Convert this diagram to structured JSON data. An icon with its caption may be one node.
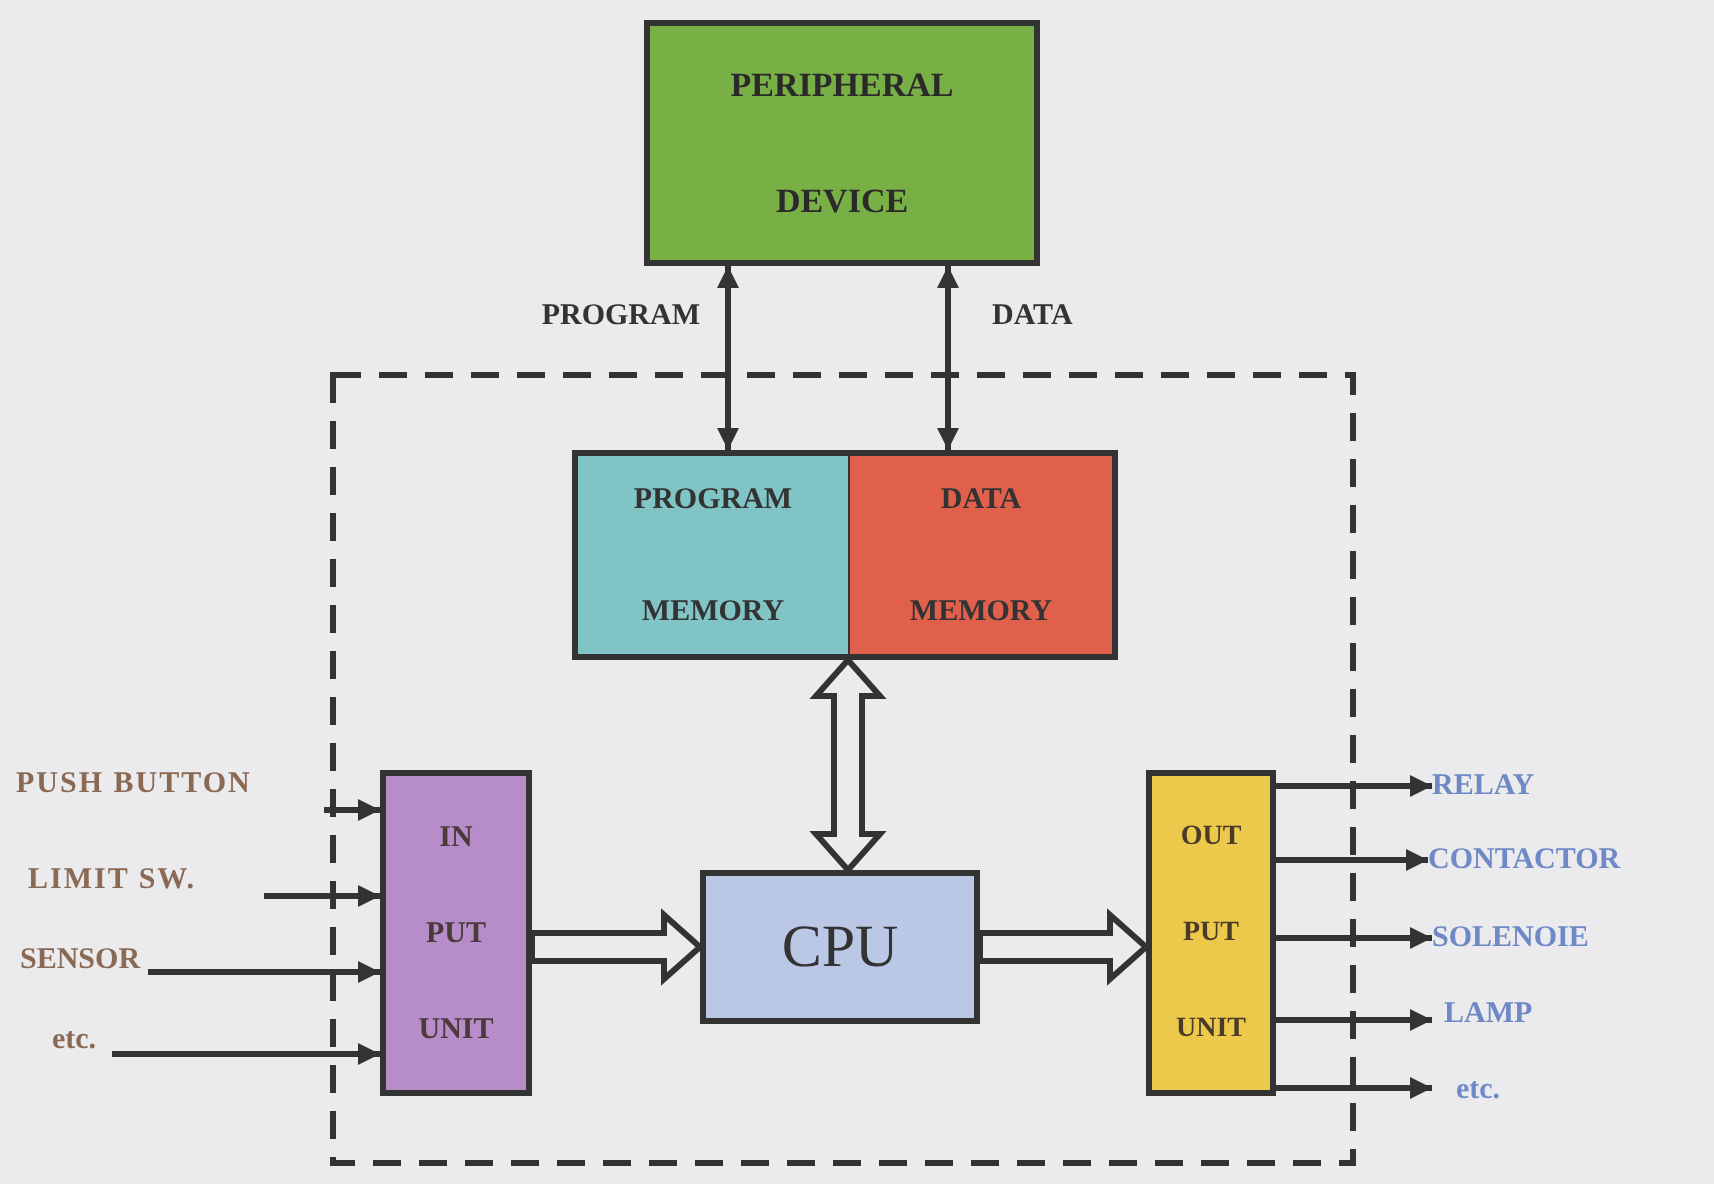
{
  "diagram": {
    "nodes": [
      {
        "text": [
          "PERIPHERAL DEVICE"
        ]
      },
      {
        "text": [],
        "shape": "box"
      },
      {
        "text": [
          "PROGRAM MEMORY"
        ],
        "in": 1
      },
      {
        "text": [
          "DATA MEMORY"
        ],
        "in": 1
      },
      {
        "text": [
          "IN PUT UNIT"
        ],
        "in": 1
      },
      {
        "text": [
          "CPU"
        ],
        "in": 1
      },
      {
        "text": [
          "OUT PUT UNIT"
        ],
        "in": 1
      },
      {
        "text": [
          "PUSH BUTTON"
        ]
      },
      {
        "text": [
          "LIMIT SW."
        ]
      },
      {
        "text": [
          "SENSOR"
        ]
      },
      {
        "text": [
          "etc."
        ]
      },
      {
        "text": [
          "RELAY"
        ]
      },
      {
        "text": [
          "CONTACTOR"
        ]
      },
      {
        "text": [
          "SOLENOIE"
        ]
      },
      {
        "text": [
          "LAMP"
        ]
      },
      {
        "text": [
          "etc."
        ]
      }
    ],
    "edges": [
      {
        "from": 0,
        "to": 2,
        "arrow": "both",
        "label": "PROGRAM"
      },
      {
        "from": 0,
        "to": 3,
        "arrow": "both",
        "label": "DATA"
      },
      {
        "from": 2,
        "to": 5,
        "arrow": "both",
        "style": "thick"
      },
      {
        "from": 3,
        "to": 5,
        "arrow": "both",
        "style": "thick"
      },
      {
        "from": 4,
        "to": 5,
        "arrow": "to",
        "style": "thick"
      },
      {
        "from": 5,
        "to": 6,
        "arrow": "to",
        "style": "thick"
      },
      {
        "from": 7,
        "to": 4,
        "arrow": "to"
      },
      {
        "from": 8,
        "to": 4,
        "arrow": "to"
      },
      {
        "from": 9,
        "to": 4,
        "arrow": "to"
      },
      {
        "from": 10,
        "to": 4,
        "arrow": "to"
      },
      {
        "from": 6,
        "to": 11,
        "arrow": "to"
      },
      {
        "from": 6,
        "to": 12,
        "arrow": "to"
      },
      {
        "from": 6,
        "to": 13,
        "arrow": "to"
      },
      {
        "from": 6,
        "to": 14,
        "arrow": "to"
      },
      {
        "from": 6,
        "to": 15,
        "arrow": "to"
      }
    ]
  }
}
